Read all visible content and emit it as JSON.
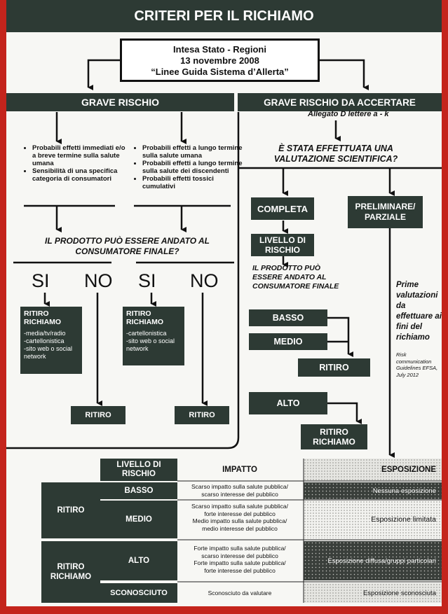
{
  "title": "CRITERI PER IL RICHIAMO",
  "header_box": {
    "line1": "Intesa Stato - Regioni",
    "line2": "13 novembre 2008",
    "line3": "“Linee Guida Sistema d’Allerta”"
  },
  "grave_rischio": "GRAVE RISCHIO",
  "grave_rischio_accertare": "GRAVE RISCHIO DA ACCERTARE",
  "allegato": "Allegato D lettere a - k",
  "left_bullets": [
    "Probabili effetti immediati e/o a breve termine sulla salute umana",
    "Sensibilità di una specifica categoria di consumatori"
  ],
  "right_bullets": [
    "Probabili effetti a lungo termine sulla salute umana",
    "Probabili effetti a lungo termine sulla salute dei discendenti",
    "Probabili effetti tossici cumulativi"
  ],
  "question_consumer": "IL PRODOTTO PUÒ ESSERE ANDATO AL CONSUMATORE FINALE?",
  "si": "SI",
  "no": "NO",
  "ritiro_richiamo": "RITIRO RICHIAMO",
  "ritiro": "RITIRO",
  "channels_left": [
    "-media/tv/radio",
    "-cartellonistica",
    "-sito web o social network"
  ],
  "channels_right": [
    "-cartellonistica",
    "-sito web o social network"
  ],
  "question_scientific": "È STATA EFFETTUATA UNA VALUTAZIONE SCIENTIFICA?",
  "completa": "COMPLETA",
  "preliminare": "PRELIMINARE/ PARZIALE",
  "livello_di_rischio": "LIVELLO DI RISCHIO",
  "question_consumer2": "IL PRODOTTO PUÒ ESSERE ANDATO AL CONSUMATORE FINALE",
  "basso": "BASSO",
  "medio": "MEDIO",
  "alto": "ALTO",
  "prime_valutazioni": "Prime valutazioni da effettuare ai fini del richiamo",
  "risk_comm": "Risk communication Guidelines EFSA, July 2012",
  "table": {
    "col_livello": "LIVELLO DI RISCHIO",
    "col_impatto": "IMPATTO",
    "col_esposizione": "ESPOSIZIONE",
    "group_ritiro": "RITIRO",
    "group_ritiro_richiamo": "RITIRO RICHIAMO",
    "rows": [
      {
        "level": "BASSO",
        "impact": [
          "Scarso impatto sulla salute pubblica/",
          "scarso interesse del pubblico"
        ],
        "exposure": "Nessuna esposizione"
      },
      {
        "level": "MEDIO",
        "impact": [
          "Scarso impatto sulla salute pubblica/",
          "forte interesse del pubblico",
          "Medio impatto sulla salute pubblica/",
          "medio interesse del pubblico"
        ],
        "exposure": "Esposizione limitata"
      },
      {
        "level": "ALTO",
        "impact": [
          "Forte impatto sulla salute pubblica/",
          "scarso interesse del pubblico",
          "Forte impatto sulla salute pubblica/",
          "forte interesse del pubblico"
        ],
        "exposure": "Esposizione diffusa/gruppi particolari"
      },
      {
        "level": "SCONOSCIUTO",
        "impact": [
          "Sconosciuto da valutare"
        ],
        "exposure": "Esposizione sconosciuta"
      }
    ]
  }
}
